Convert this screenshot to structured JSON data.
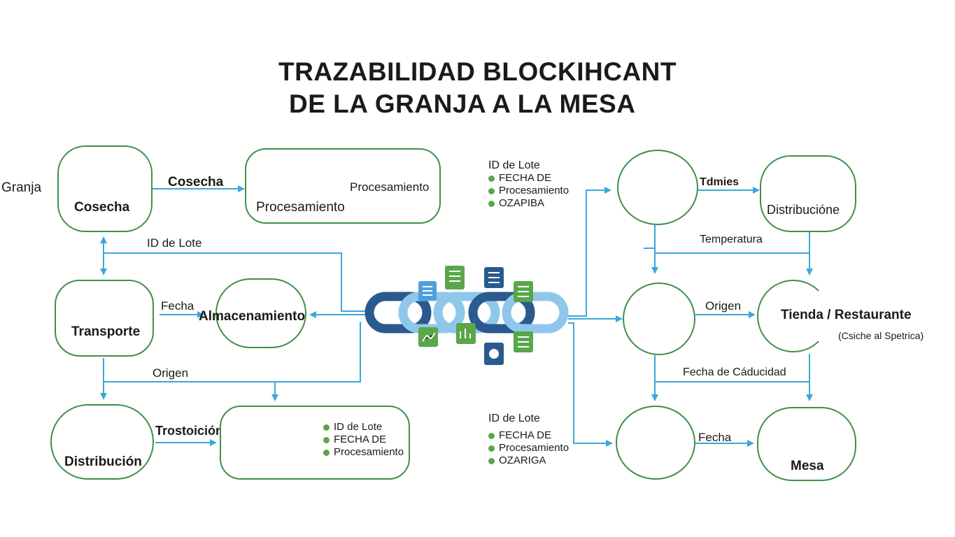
{
  "title": {
    "line1": "TRAZABILIDAD BLOCKIHCANT",
    "line2": "DE LA GRANJA A LA MESA"
  },
  "colors": {
    "node_border": "#3f8f4a",
    "arrow": "#3aa8d8",
    "chain_dark": "#2a5a8e",
    "chain_light": "#8fc7ec",
    "block_green": "#5aa64a",
    "block_blue": "#3b7fc4"
  },
  "left": {
    "granja_label": "Granja",
    "cosecha_node": {
      "label": "Cosecha",
      "icon": "tractor-icon"
    },
    "cosecha_edge": "Cosecha",
    "procesamiento_node": {
      "label": "Procesamiento",
      "side_label": "Procesamiento",
      "icon": "plant-icon"
    },
    "id_lote_edge": "ID de Lote",
    "transporte_node": {
      "label": "Transporte",
      "icon": "truck-icon"
    },
    "fecha_edge": "Fecha",
    "almacenamiento_node": {
      "label": "Almacenamiento"
    },
    "origen_edge": "Origen",
    "distribucion_node": {
      "label": "Distribución",
      "icon": "monitor-chart-icon"
    },
    "trostoicion_edge": "Trostoición",
    "storage_node": {
      "icon": "greenhouse-thermometer-icon",
      "bullets": [
        "ID de Lote",
        "FECHA DE",
        "Procesamiento"
      ]
    }
  },
  "center": {
    "top_info": {
      "header": "ID de Lote",
      "bullets": [
        "FECHA DE",
        "Procesamiento",
        "OZAPIBA"
      ]
    },
    "bottom_info": {
      "header": "ID de Lote",
      "bullets": [
        "FECHA DE",
        "Procesamiento",
        "OZARIGA"
      ]
    },
    "chain_icon": "blockchain-chain-icon"
  },
  "right": {
    "molecule_node": {
      "icon": "molecule-icon"
    },
    "tdmies_edge": "Tdmies",
    "distribucione_node": {
      "label": "Distribucióne",
      "icon": "plants-icon"
    },
    "temperatura_edge": "Temperatura",
    "globe_node": {
      "icon": "globe-hand-icon"
    },
    "origen_edge": "Origen",
    "tienda_node": {
      "label": "Tienda / Restaurante",
      "sub_label": "(Csiche al Spetrica)",
      "icon": "conveyor-icon"
    },
    "caducidad_edge": "Fecha de Cáducidad",
    "store_node": {
      "icon": "store-icon"
    },
    "fecha_edge": "Fecha",
    "mesa_node": {
      "label": "Mesa",
      "icon": "cart-icon"
    }
  }
}
